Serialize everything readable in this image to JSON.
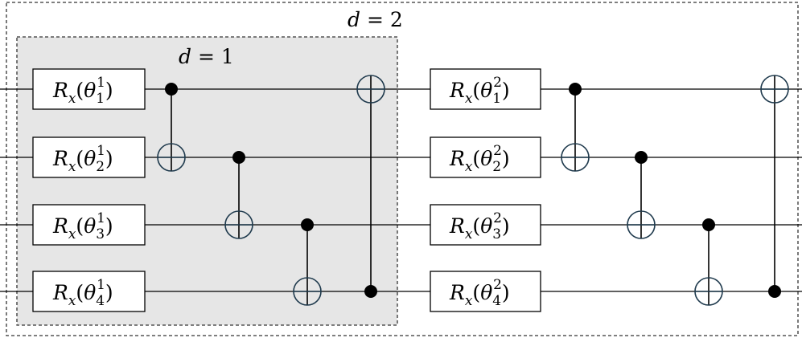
{
  "outer_block": {
    "label": "d = 2",
    "var": "d",
    "eq": " = ",
    "value": "2"
  },
  "inner_block": {
    "label": "d = 1",
    "var": "d",
    "eq": " = ",
    "value": "1",
    "fill": "#e6e6e6"
  },
  "qubits": 4,
  "layers": [
    {
      "depth": 1,
      "gates": [
        {
          "op": "R",
          "axis": "x",
          "param": "θ",
          "qubit": "1",
          "layer": "1"
        },
        {
          "op": "R",
          "axis": "x",
          "param": "θ",
          "qubit": "2",
          "layer": "1"
        },
        {
          "op": "R",
          "axis": "x",
          "param": "θ",
          "qubit": "3",
          "layer": "1"
        },
        {
          "op": "R",
          "axis": "x",
          "param": "θ",
          "qubit": "4",
          "layer": "1"
        }
      ],
      "cnots": [
        {
          "control": 1,
          "target": 2
        },
        {
          "control": 2,
          "target": 3
        },
        {
          "control": 3,
          "target": 4
        },
        {
          "control": 4,
          "target": 1
        }
      ]
    },
    {
      "depth": 2,
      "gates": [
        {
          "op": "R",
          "axis": "x",
          "param": "θ",
          "qubit": "1",
          "layer": "2"
        },
        {
          "op": "R",
          "axis": "x",
          "param": "θ",
          "qubit": "2",
          "layer": "2"
        },
        {
          "op": "R",
          "axis": "x",
          "param": "θ",
          "qubit": "3",
          "layer": "2"
        },
        {
          "op": "R",
          "axis": "x",
          "param": "θ",
          "qubit": "4",
          "layer": "2"
        }
      ],
      "cnots": [
        {
          "control": 1,
          "target": 2
        },
        {
          "control": 2,
          "target": 3
        },
        {
          "control": 3,
          "target": 4
        },
        {
          "control": 4,
          "target": 1
        }
      ]
    }
  ],
  "colors": {
    "wire": "#000000",
    "target_ring": "#1f3a4d",
    "border": "#333333"
  }
}
